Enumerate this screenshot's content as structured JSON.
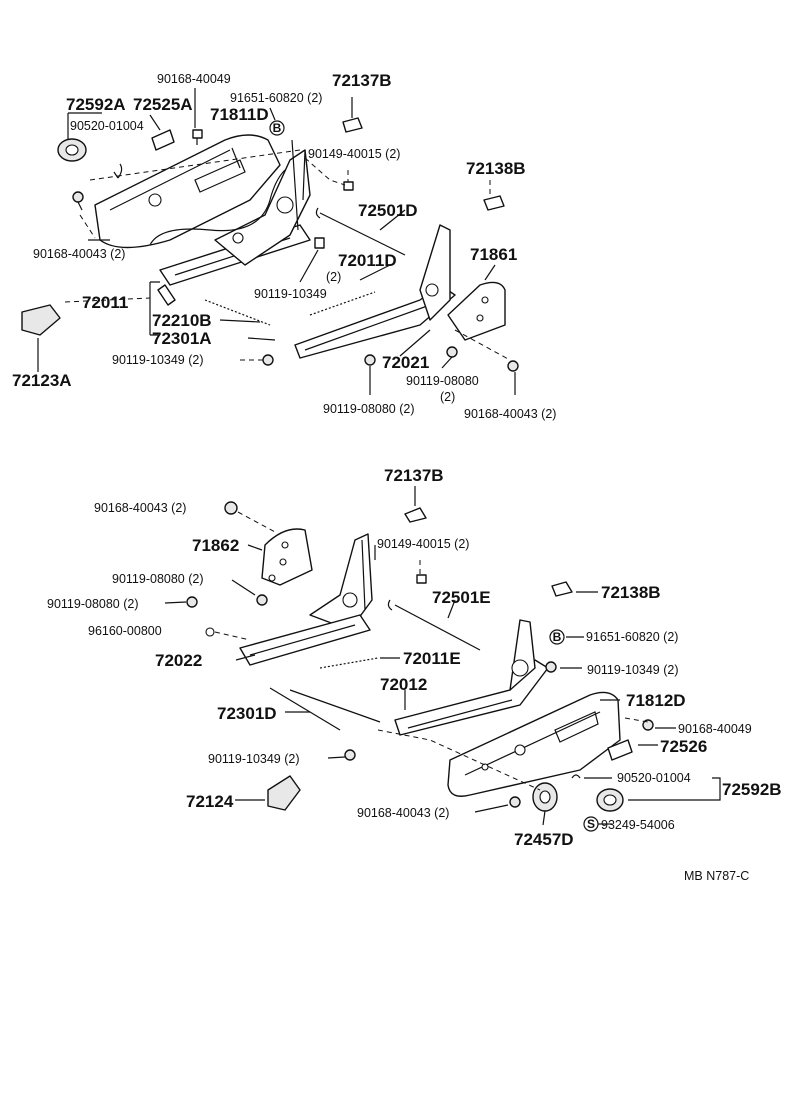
{
  "labels": {
    "p90168_40049_top": "90168-40049",
    "p72137B_top": "72137B",
    "p72592A": "72592A",
    "p72525A": "72525A",
    "p91651_60820_top": "91651-60820 (2)",
    "p71811D": "71811D",
    "p90520_01004_top": "90520-01004",
    "p90149_40015_top": "90149-40015 (2)",
    "p72138B_top": "72138B",
    "p72501D": "72501D",
    "p90168_40043_top_left": "90168-40043 (2)",
    "p72011D": "72011D",
    "p72011D_qty": "(2)",
    "p71861": "71861",
    "p90119_10349_mid": "90119-10349",
    "p72011": "72011",
    "p72210B": "72210B",
    "p72301A": "72301A",
    "p72123A": "72123A",
    "p90119_10349_left": "90119-10349 (2)",
    "p72021": "72021",
    "p90119_08080_right": "90119-08080",
    "p90119_08080_right_qty": "(2)",
    "p90119_08080_bottom": "90119-08080 (2)",
    "p90168_40043_top_right": "90168-40043 (2)",
    "p72137B_bot": "72137B",
    "p90168_40043_bot_top": "90168-40043 (2)",
    "p71862": "71862",
    "p90149_40015_bot": "90149-40015 (2)",
    "p90119_08080_bot_a": "90119-08080 (2)",
    "p72138B_bot": "72138B",
    "p90119_08080_bot_b": "90119-08080 (2)",
    "p72501E": "72501E",
    "p96160_00800": "96160-00800",
    "p91651_60820_bot": "91651-60820 (2)",
    "p72022": "72022",
    "p72011E": "72011E",
    "p90119_10349_bot_right": "90119-10349 (2)",
    "p72012": "72012",
    "p71812D": "71812D",
    "p72301D": "72301D",
    "p90168_40049_bot": "90168-40049",
    "p90119_10349_bot_left": "90119-10349 (2)",
    "p72526": "72526",
    "p72124": "72124",
    "p90520_01004_bot": "90520-01004",
    "p72592B": "72592B",
    "p90168_40043_bot_bottom": "90168-40043 (2)",
    "p93249_54006": "93249-54006",
    "p72457D": "72457D",
    "footer_code": "MB  N787-C",
    "marker_B": "B",
    "marker_S": "S"
  }
}
